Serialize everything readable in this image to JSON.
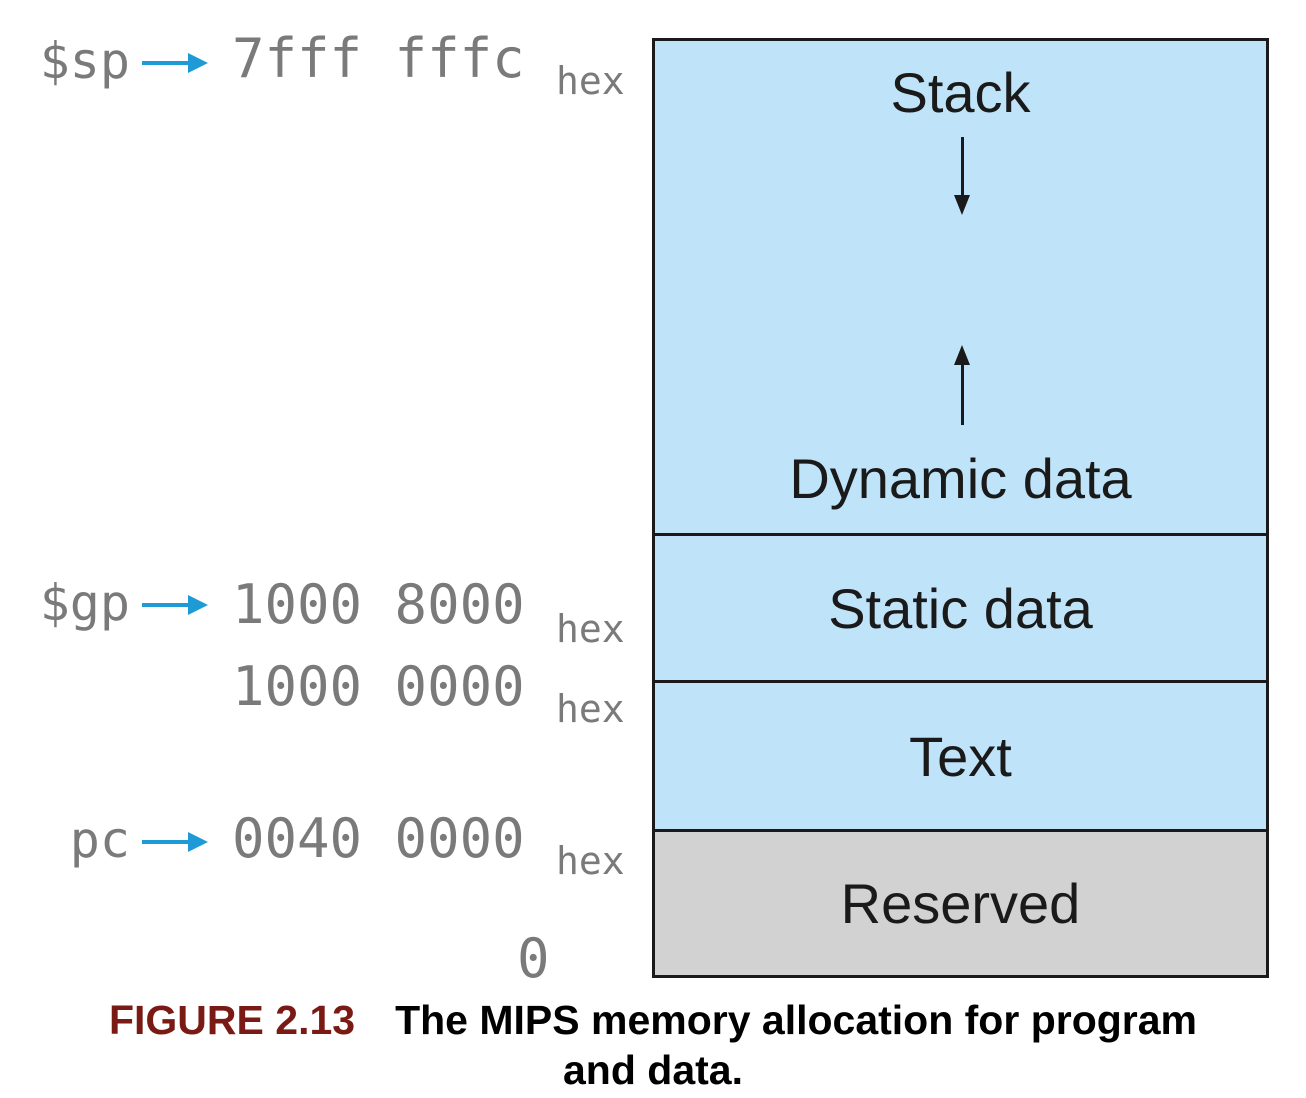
{
  "registers": {
    "sp": "$sp",
    "gp": "$gp",
    "pc": "pc"
  },
  "addresses": {
    "stack_top": "7fff fffc",
    "gp_addr": "1000 8000",
    "static_start": "1000 0000",
    "text_start": "0040 0000",
    "zero": "0",
    "hex_suffix": "hex"
  },
  "segments": {
    "stack": "Stack",
    "dynamic_data": "Dynamic data",
    "static_data": "Static data",
    "text": "Text",
    "reserved": "Reserved"
  },
  "caption": {
    "figure_number": "FIGURE 2.13",
    "line1": "The MIPS memory allocation for program",
    "line2": "and data."
  },
  "colors": {
    "segment_blue": "#bfe3f9",
    "segment_reserved": "#d2d2d2",
    "pointer_arrow": "#1e9bd7",
    "figure_number": "#7a1a14"
  }
}
